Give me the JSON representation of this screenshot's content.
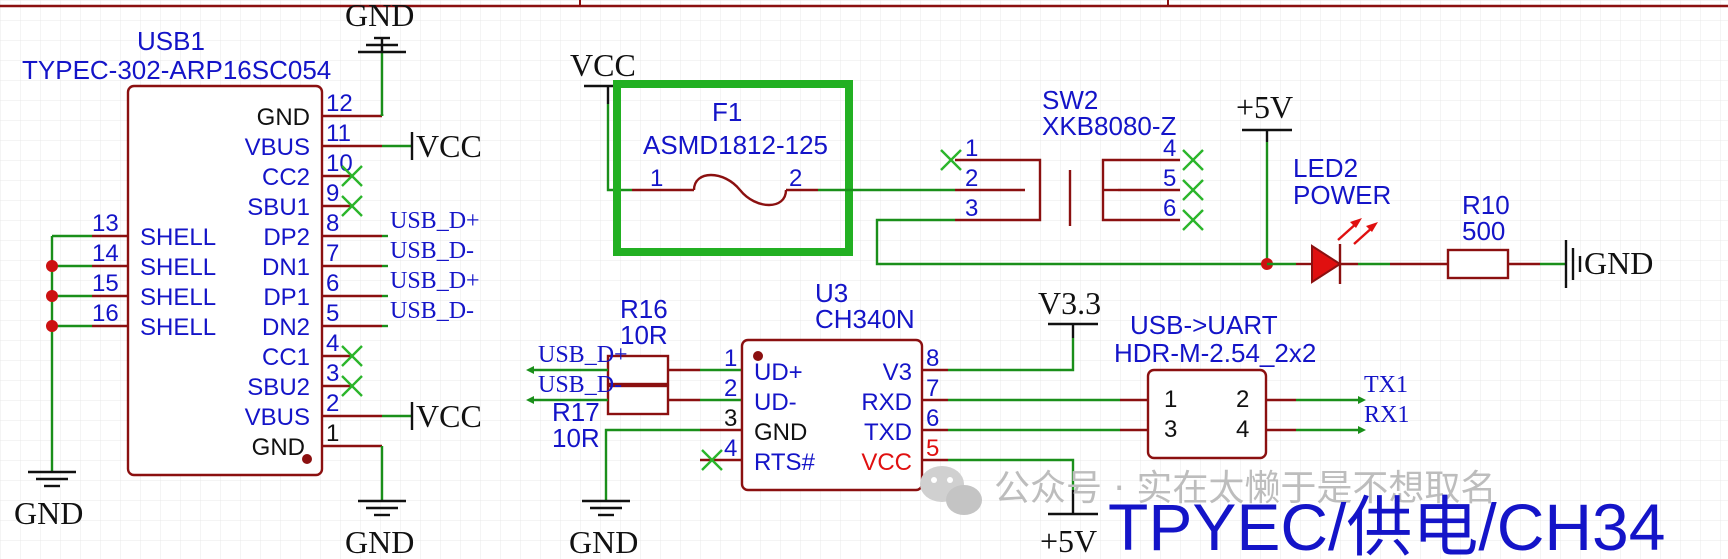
{
  "colors": {
    "wire": "#1a8f1a",
    "component": "#8b1010",
    "label": "#1414c8",
    "grid": "#e8e8e8",
    "fuse_highlight": "#22b022",
    "led": "#e01010",
    "watermark": "#bdbdbd"
  },
  "power": {
    "gnd": "GND",
    "vcc": "VCC",
    "p5v": "+5V",
    "v33": "V3.3"
  },
  "usb1": {
    "designator": "USB1",
    "part": "TYPEC-302-ARP16SC054",
    "right_pins": [
      {
        "name": "GND",
        "num": "12"
      },
      {
        "name": "VBUS",
        "num": "11"
      },
      {
        "name": "CC2",
        "num": "10"
      },
      {
        "name": "SBU1",
        "num": "9"
      },
      {
        "name": "DP2",
        "num": "8"
      },
      {
        "name": "DN1",
        "num": "7"
      },
      {
        "name": "DP1",
        "num": "6"
      },
      {
        "name": "DN2",
        "num": "5"
      },
      {
        "name": "CC1",
        "num": "4"
      },
      {
        "name": "SBU2",
        "num": "3"
      },
      {
        "name": "VBUS",
        "num": "2"
      },
      {
        "name": "GND",
        "num": "1"
      }
    ],
    "left_pins": [
      {
        "name": "SHELL",
        "num": "13"
      },
      {
        "name": "SHELL",
        "num": "14"
      },
      {
        "name": "SHELL",
        "num": "15"
      },
      {
        "name": "SHELL",
        "num": "16"
      }
    ],
    "net_labels": [
      "USB_D+",
      "USB_D-",
      "USB_D+",
      "USB_D-"
    ]
  },
  "f1": {
    "designator": "F1",
    "part": "ASMD1812-125",
    "pin1": "1",
    "pin2": "2"
  },
  "sw2": {
    "designator": "SW2",
    "part": "XKB8080-Z",
    "left_pins": [
      "1",
      "2",
      "3"
    ],
    "right_pins": [
      "4",
      "5",
      "6"
    ]
  },
  "led2": {
    "designator": "LED2",
    "part": "POWER"
  },
  "r10": {
    "designator": "R10",
    "value": "500"
  },
  "r16": {
    "designator": "R16",
    "value": "10R"
  },
  "r17": {
    "designator": "R17",
    "value": "10R"
  },
  "u3": {
    "designator": "U3",
    "part": "CH340N",
    "left_pins": [
      {
        "name": "UD+",
        "num": "1"
      },
      {
        "name": "UD-",
        "num": "2"
      },
      {
        "name": "GND",
        "num": "3"
      },
      {
        "name": "RTS#",
        "num": "4"
      }
    ],
    "right_pins": [
      {
        "name": "V3",
        "num": "8"
      },
      {
        "name": "RXD",
        "num": "7"
      },
      {
        "name": "TXD",
        "num": "6"
      },
      {
        "name": "VCC",
        "num": "5"
      }
    ],
    "net_labels": [
      "USB_D+",
      "USB_D-"
    ]
  },
  "uart": {
    "designator": "USB->UART",
    "part": "HDR-M-2.54_2x2",
    "pins": [
      "1",
      "2",
      "3",
      "4"
    ],
    "nets": [
      "TX1",
      "RX1"
    ]
  },
  "overlay": {
    "caption": "TPYEC/供电/CH34",
    "watermark": "公众号 · 实在太懒于是不想取名"
  }
}
